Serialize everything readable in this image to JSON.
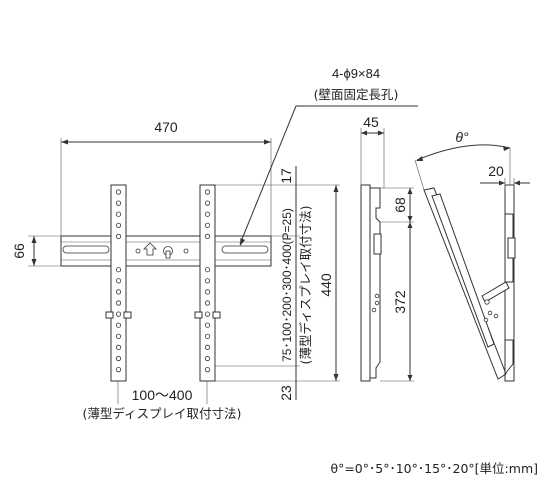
{
  "labels": {
    "hole_spec": "4-ϕ9×84",
    "hole_note": "(壁面固定長孔)",
    "width": "470",
    "height_left": "66",
    "top_offset": "17",
    "bottom_offset": "23",
    "vesa": "75･100･200･300･400(P=25)",
    "vesa_note": "(薄型ディスプレイ取付寸法)",
    "total_height": "440",
    "arm_spacing": "100〜400",
    "arm_note": "(薄型ディスプレイ取付寸法)",
    "depth": "45",
    "side_68": "68",
    "side_372": "372",
    "angle": "θ°",
    "tilt_20": "20",
    "footer": "θ°=0°･5°･10°･15°･20°[単位:mm]"
  }
}
